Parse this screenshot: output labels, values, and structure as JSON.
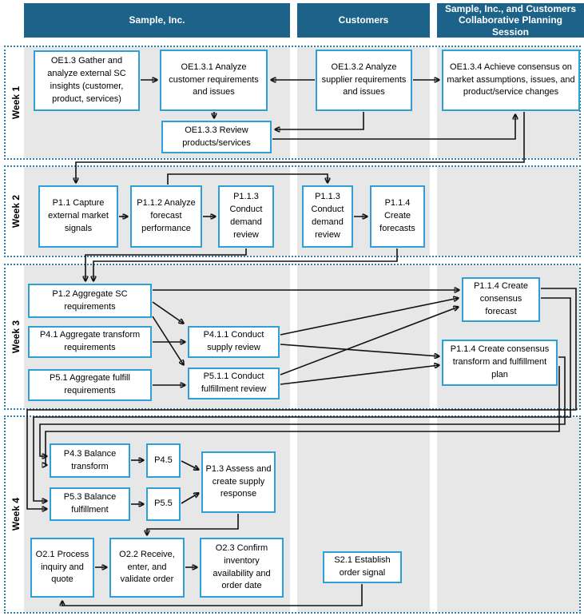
{
  "headers": {
    "sample": "Sample, Inc.",
    "customers": "Customers",
    "collab": "Sample, Inc., and Customers Collaborative Planning Session"
  },
  "weeks": {
    "w1": "Week 1",
    "w2": "Week 2",
    "w3": "Week 3",
    "w4": "Week 4"
  },
  "colors": {
    "header_bg": "#1d6288",
    "lane_bg": "#e7e7e7",
    "box_border": "#2ba1d8",
    "row_dotted_border": "#2f7fa8",
    "arrow": "#111111"
  },
  "nodes": {
    "oe13": {
      "label": "OE1.3 Gather and analyze external SC insights (customer, product, services)"
    },
    "oe131": {
      "label": "OE1.3.1 Analyze customer requirements and issues"
    },
    "oe132": {
      "label": "OE1.3.2 Analyze supplier requirements and issues"
    },
    "oe134": {
      "label": "OE1.3.4 Achieve consensus on market assumptions, issues, and product/service changes"
    },
    "oe133": {
      "label": "OE1.3.3 Review products/services"
    },
    "p11": {
      "label": "P1.1 Capture external market signals"
    },
    "p112": {
      "label": "P1.1.2 Analyze forecast performance"
    },
    "p113": {
      "label": "P1.1.3 Conduct demand review"
    },
    "p113c": {
      "label": "P1.1.3 Conduct demand review"
    },
    "p114": {
      "label": "P1.1.4 Create forecasts"
    },
    "p12": {
      "label": "P1.2 Aggregate SC requirements"
    },
    "p41": {
      "label": "P4.1 Aggregate transform requirements"
    },
    "p51": {
      "label": "P5.1 Aggregate fulfill requirements"
    },
    "p411": {
      "label": "P4.1.1 Conduct supply review"
    },
    "p511": {
      "label": "P5.1.1 Conduct fulfillment review"
    },
    "cf": {
      "label": "P1.1.4 Create consensus forecast"
    },
    "ct": {
      "label": "P1.1.4 Create consensus transform and fulfillment plan"
    },
    "p43": {
      "label": "P4.3 Balance transform"
    },
    "p45": {
      "label": "P4.5"
    },
    "p13": {
      "label": "P1.3 Assess and create supply response"
    },
    "p53": {
      "label": "P5.3 Balance fulfillment"
    },
    "p55": {
      "label": "P5.5"
    },
    "o21": {
      "label": "O2.1 Process inquiry and quote"
    },
    "o22": {
      "label": "O2.2 Receive, enter, and validate order"
    },
    "o23": {
      "label": "O2.3 Confirm inventory availability and order date"
    },
    "s21": {
      "label": "S2.1 Establish order signal"
    }
  },
  "edges": [
    {
      "from": "oe13",
      "to": "oe131"
    },
    {
      "from": "oe132",
      "to": "oe131"
    },
    {
      "from": "oe132",
      "to": "oe134"
    },
    {
      "from": "oe131",
      "to": "oe133"
    },
    {
      "from": "oe132",
      "to": "oe133"
    },
    {
      "from": "oe133",
      "to": "oe134"
    },
    {
      "from": "oe134",
      "to": "p11"
    },
    {
      "from": "p11",
      "to": "p112"
    },
    {
      "from": "p112",
      "to": "p113"
    },
    {
      "from": "p112",
      "to": "p113c"
    },
    {
      "from": "p113c",
      "to": "p114"
    },
    {
      "from": "p113",
      "to": "p12"
    },
    {
      "from": "p114",
      "to": "p12"
    },
    {
      "from": "p12",
      "to": "cf"
    },
    {
      "from": "p12",
      "to": "p411"
    },
    {
      "from": "p12",
      "to": "p511"
    },
    {
      "from": "p41",
      "to": "p411"
    },
    {
      "from": "p51",
      "to": "p511"
    },
    {
      "from": "p411",
      "to": "cf"
    },
    {
      "from": "p411",
      "to": "ct"
    },
    {
      "from": "p511",
      "to": "cf"
    },
    {
      "from": "p511",
      "to": "ct"
    },
    {
      "from": "cf",
      "to": "p53"
    },
    {
      "from": "cf",
      "to": "p53"
    },
    {
      "from": "ct",
      "to": "p43"
    },
    {
      "from": "ct",
      "to": "p43"
    },
    {
      "from": "p43",
      "to": "p45"
    },
    {
      "from": "p45",
      "to": "p13"
    },
    {
      "from": "p53",
      "to": "p55"
    },
    {
      "from": "p55",
      "to": "p13"
    },
    {
      "from": "p13",
      "to": "o22"
    },
    {
      "from": "o21",
      "to": "o22"
    },
    {
      "from": "o22",
      "to": "o23"
    },
    {
      "from": "s21",
      "to": "o21"
    }
  ]
}
